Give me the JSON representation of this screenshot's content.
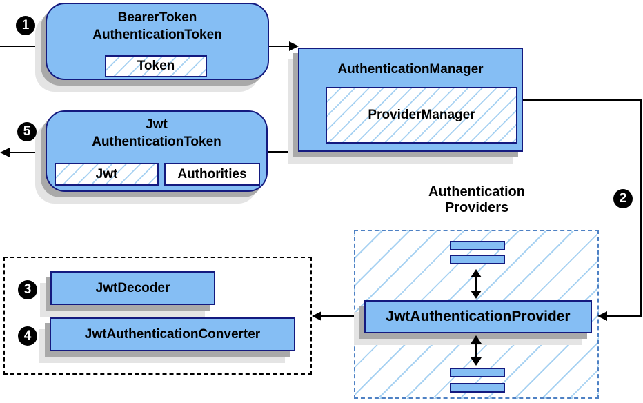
{
  "colors": {
    "node_fill": "#85BEF4",
    "node_border": "#141A7F",
    "hatch_line": "#A8D2F2",
    "shadow_dark": "#A9A9A9",
    "shadow_light": "#E4E4E4",
    "dashed_blue": "#4E81C4",
    "line_color": "#000000",
    "badge_bg": "#000000",
    "badge_text": "#FFFFFF"
  },
  "badges": {
    "step1": "1",
    "step2": "2",
    "step3": "3",
    "step4": "4",
    "step5": "5"
  },
  "nodes": {
    "bearer_token": {
      "title_line1": "BearerToken",
      "title_line2": "AuthenticationToken",
      "field_token": "Token"
    },
    "authentication_manager": {
      "title": "AuthenticationManager",
      "field_provider_manager": "ProviderManager"
    },
    "jwt_authentication_token": {
      "title_line1": "Jwt",
      "title_line2": "AuthenticationToken",
      "field_jwt": "Jwt",
      "field_authorities": "Authorities"
    },
    "authentication_providers": {
      "title_line1": "Authentication",
      "title_line2": "Providers"
    },
    "jwt_authentication_provider": {
      "title": "JwtAuthenticationProvider"
    },
    "jwt_decoder": {
      "title": "JwtDecoder"
    },
    "jwt_authentication_converter": {
      "title": "JwtAuthenticationConverter"
    }
  }
}
